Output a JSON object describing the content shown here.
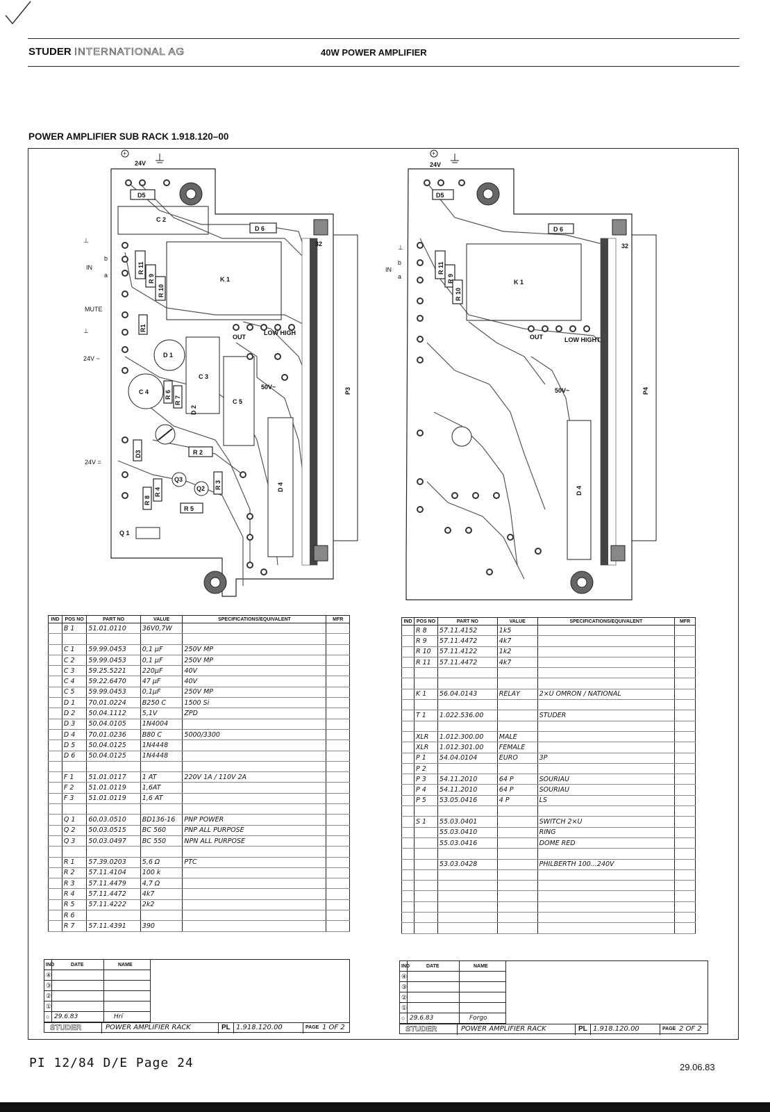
{
  "header": {
    "brand_studer": "STUDER",
    "brand_intl": "INTERNATIONAL AG",
    "title": "40W POWER AMPLIFIER"
  },
  "section_title": "POWER AMPLIFIER SUB RACK   1.918.120–00",
  "board_left": {
    "supply_label": "24V",
    "labels": {
      "in": "IN",
      "b": "b",
      "a": "a",
      "mute": "MUTE",
      "v24ac": "24V ~",
      "v24dc": "24V =",
      "c2": "C 2",
      "d5": "D5",
      "d6": "D 6",
      "k1": "K 1",
      "r11": "R 11",
      "r9": "R 9",
      "r10": "R 10",
      "r1": "R1",
      "d1": "D 1",
      "c3": "C 3",
      "c4": "C 4",
      "r6": "R 6",
      "r7": "R 7",
      "d2": "D 2",
      "c5": "C 5",
      "r2": "R 2",
      "d3": "D3",
      "q3": "Q3",
      "q2": "Q2",
      "r3": "R 3",
      "r8": "R 8",
      "r4": "R 4",
      "r5": "R 5",
      "q1": "Q 1",
      "d4": "D 4",
      "out": "OUT",
      "low_high": "LOW HIGH",
      "v50": "50V~",
      "p3": "P3",
      "pin32": "32"
    }
  },
  "board_right": {
    "supply_label": "24V",
    "labels": {
      "in": "IN",
      "b": "b",
      "a": "a",
      "d5": "D5",
      "d6": "D 6",
      "k1": "K 1",
      "r11": "R 11",
      "r9": "R 9",
      "r10": "R 10",
      "out": "OUT",
      "low_high": "LOW HIGHT",
      "v50": "50V~",
      "d4": "D 4",
      "p4": "P4",
      "pin32": "32"
    }
  },
  "table_headers": [
    "IND",
    "POS NO",
    "PART NO",
    "VALUE",
    "SPECIFICATIONS/EQUIVALENT",
    "MFR"
  ],
  "table_left": [
    [
      "",
      "B 1",
      "51.01.0110",
      "36V0,7W",
      "",
      ""
    ],
    [
      "",
      "",
      "",
      "",
      "",
      ""
    ],
    [
      "",
      "C 1",
      "59.99.0453",
      "0,1 µF",
      "250V  MP",
      ""
    ],
    [
      "",
      "C 2",
      "59.99.0453",
      "0,1 µF",
      "250V  MP",
      ""
    ],
    [
      "",
      "C 3",
      "59.25.5221",
      "220µF",
      "40V",
      ""
    ],
    [
      "",
      "C 4",
      "59.22.6470",
      "47 µF",
      "40V",
      ""
    ],
    [
      "",
      "C 5",
      "59.99.0453",
      "0,1µF",
      "250V  MP",
      ""
    ],
    [
      "",
      "D 1",
      "70.01.0224",
      "B250 C",
      "1500 Si",
      ""
    ],
    [
      "",
      "D 2",
      "50.04.1112",
      "5,1V",
      "ZPD",
      ""
    ],
    [
      "",
      "D 3",
      "50.04.0105",
      "1N4004",
      "",
      ""
    ],
    [
      "",
      "D 4",
      "70.01.0236",
      "B80 C",
      "5000/3300",
      ""
    ],
    [
      "",
      "D 5",
      "50.04.0125",
      "1N4448",
      "",
      ""
    ],
    [
      "",
      "D 6",
      "50.04.0125",
      "1N4448",
      "",
      ""
    ],
    [
      "",
      "",
      "",
      "",
      "",
      ""
    ],
    [
      "",
      "F 1",
      "51.01.0117",
      "1 AT",
      "220V 1A / 110V 2A",
      ""
    ],
    [
      "",
      "F 2",
      "51.01.0119",
      "1,6AT",
      "",
      ""
    ],
    [
      "",
      "F 3",
      "51.01.0119",
      "1,6 AT",
      "",
      ""
    ],
    [
      "",
      "",
      "",
      "",
      "",
      ""
    ],
    [
      "",
      "Q 1",
      "60.03.0510",
      "BD136-16",
      "PNP   POWER",
      ""
    ],
    [
      "",
      "Q 2",
      "50.03.0515",
      "BC 560",
      "PNP     ALL PURPOSE",
      ""
    ],
    [
      "",
      "Q 3",
      "50.03.0497",
      "BC 550",
      "NPN     ALL PURPOSE",
      ""
    ],
    [
      "",
      "",
      "",
      "",
      "",
      ""
    ],
    [
      "",
      "R 1",
      "57.39.0203",
      "5,6 Ω",
      "PTC",
      ""
    ],
    [
      "",
      "R 2",
      "57.11.4104",
      "100 k",
      "",
      ""
    ],
    [
      "",
      "R 3",
      "57.11.4479",
      "4,7 Ω",
      "",
      ""
    ],
    [
      "",
      "R 4",
      "57.11.4472",
      "4k7",
      "",
      ""
    ],
    [
      "",
      "R 5",
      "57.11.4222",
      "2k2",
      "",
      ""
    ],
    [
      "",
      "R 6",
      "",
      "",
      "",
      ""
    ],
    [
      "",
      "R 7",
      "57.11.4391",
      "390",
      "",
      ""
    ]
  ],
  "table_right": [
    [
      "",
      "R 8",
      "57.11.4152",
      "1k5",
      "",
      ""
    ],
    [
      "",
      "R 9",
      "57.11.4472",
      "4k7",
      "",
      ""
    ],
    [
      "",
      "R 10",
      "57.11.4122",
      "1k2",
      "",
      ""
    ],
    [
      "",
      "R 11",
      "57.11.4472",
      "4k7",
      "",
      ""
    ],
    [
      "",
      "",
      "",
      "",
      "",
      ""
    ],
    [
      "",
      "",
      "",
      "",
      "",
      ""
    ],
    [
      "",
      "K 1",
      "56.04.0143",
      "RELAY",
      "2×U        OMRON / NATIONAL",
      ""
    ],
    [
      "",
      "",
      "",
      "",
      "",
      ""
    ],
    [
      "",
      "T 1",
      "1.022.536.00",
      "",
      "                              STUDER",
      ""
    ],
    [
      "",
      "",
      "",
      "",
      "",
      ""
    ],
    [
      "",
      "XLR",
      "1.012.300.00",
      "MALE",
      "",
      ""
    ],
    [
      "",
      "XLR",
      "1.012.301.00",
      "FEMALE",
      "",
      ""
    ],
    [
      "",
      "P 1",
      "54.04.0104",
      "EURO",
      "3P",
      ""
    ],
    [
      "",
      "P 2",
      "",
      "",
      "",
      ""
    ],
    [
      "",
      "P 3",
      "54.11.2010",
      "64 P",
      "                              SOURIAU",
      ""
    ],
    [
      "",
      "P 4",
      "54.11.2010",
      "64 P",
      "                              SOURIAU",
      ""
    ],
    [
      "",
      "P 5",
      "53.05.0416",
      "4 P",
      "LS",
      ""
    ],
    [
      "",
      "",
      "",
      "",
      "",
      ""
    ],
    [
      "",
      "S 1",
      "55.03.0401",
      "",
      "SWITCH   2×U",
      ""
    ],
    [
      "",
      "",
      "55.03.0410",
      "",
      "RING",
      ""
    ],
    [
      "",
      "",
      "55.03.0416",
      "",
      "DOME   RED",
      ""
    ],
    [
      "",
      "",
      "",
      "",
      "",
      ""
    ],
    [
      "",
      "",
      "53.03.0428",
      "",
      "PHILBERTH   100...240V",
      ""
    ],
    [
      "",
      "",
      "",
      "",
      "",
      ""
    ],
    [
      "",
      "",
      "",
      "",
      "",
      ""
    ],
    [
      "",
      "",
      "",
      "",
      "",
      ""
    ],
    [
      "",
      "",
      "",
      "",
      "",
      ""
    ],
    [
      "",
      "",
      "",
      "",
      "",
      ""
    ],
    [
      "",
      "",
      "",
      "",
      "",
      ""
    ]
  ],
  "titleblock_left": {
    "ind": "IND",
    "date_hdr": "DATE",
    "name_hdr": "NAME",
    "rev_marks": [
      "④",
      "③",
      "②",
      "①",
      "○"
    ],
    "rev_date": "29.6.83",
    "rev_name": "Hri",
    "company": "STUDER",
    "drawing_name": "POWER AMPLIFIER RACK",
    "pl": "PL",
    "drawing_no": "1.918.120.00",
    "page_label": "PAGE",
    "page": "1 OF 2"
  },
  "titleblock_right": {
    "ind": "IND",
    "date_hdr": "DATE",
    "name_hdr": "NAME",
    "rev_marks": [
      "④",
      "③",
      "②",
      "①",
      "○"
    ],
    "rev_date": "29.6.83",
    "rev_name": "Forgo",
    "company": "STUDER",
    "drawing_name": "POWER AMPLIFIER RACK",
    "pl": "PL",
    "drawing_no": "1.918.120.00",
    "page_label": "PAGE",
    "page": "2 OF 2"
  },
  "footer": {
    "doc_ref": "PI 12/84 D/E Page 24",
    "date": "29.06.83"
  }
}
